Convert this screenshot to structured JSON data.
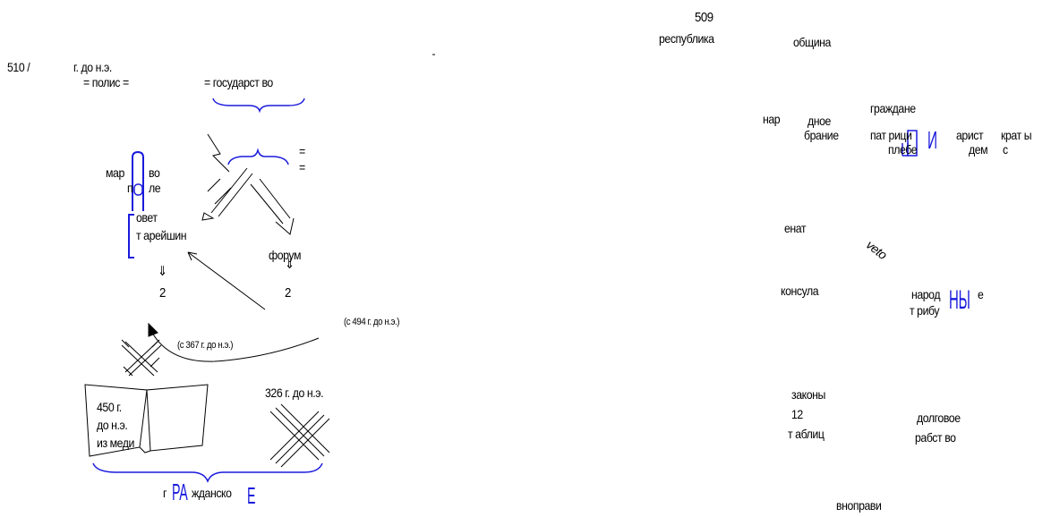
{
  "left": {
    "year_510": "510 /",
    "bc_label": "г. до н.э.",
    "polis": "= полис =",
    "state": "= государст во",
    "eq1": "=",
    "eq2": "=",
    "mars_field_line1": "мар",
    "mars_field_line1b": "во",
    "mars_field_line2": "п",
    "mars_field_line2b": "ле",
    "senate_line1": "овет",
    "senate_line2": "т арейшин",
    "forum": "форум",
    "arrow_down": "⇓",
    "num_left": "2",
    "num_right": "2",
    "since_494": "(с 494 г. до н.э.)",
    "since_367": "(с 367 г. до н.э.)",
    "year_326": "326 г. до н.э.",
    "book_line1": "450 г.",
    "book_line2": "до н.э.",
    "book_line3": "из меди",
    "civil_prefix": "г",
    "civil_mid": "жданско",
    "civil_big_ra": "РА",
    "civil_big_e": "Е"
  },
  "right": {
    "year_509": "509",
    "republic": "республика",
    "community": "община",
    "citizens": "граждане",
    "people": "нар",
    "assembly_line1": "дное",
    "assembly_line2": "брание",
    "patricians": "пат рици",
    "plebeians": "плебе",
    "aristocrats": "арист",
    "aristocrats_b": "крат ы",
    "demos": "дем",
    "demos_b": "с",
    "big_i": "И",
    "senate": "енат",
    "veto": "veto",
    "consuls": "консула",
    "tribunes_line1": "народ",
    "tribunes_line1b": "е",
    "tribunes_line2": "т рибу",
    "tribunes_big": "НЫ",
    "laws_line1": "законы",
    "laws_line2": "12",
    "laws_line3": "т аблиц",
    "debt_line1": "долговое",
    "debt_line2": "рабст во",
    "equality": "вноправи"
  },
  "colors": {
    "ink": "#000000",
    "accent_blue": "#1a1adc"
  }
}
